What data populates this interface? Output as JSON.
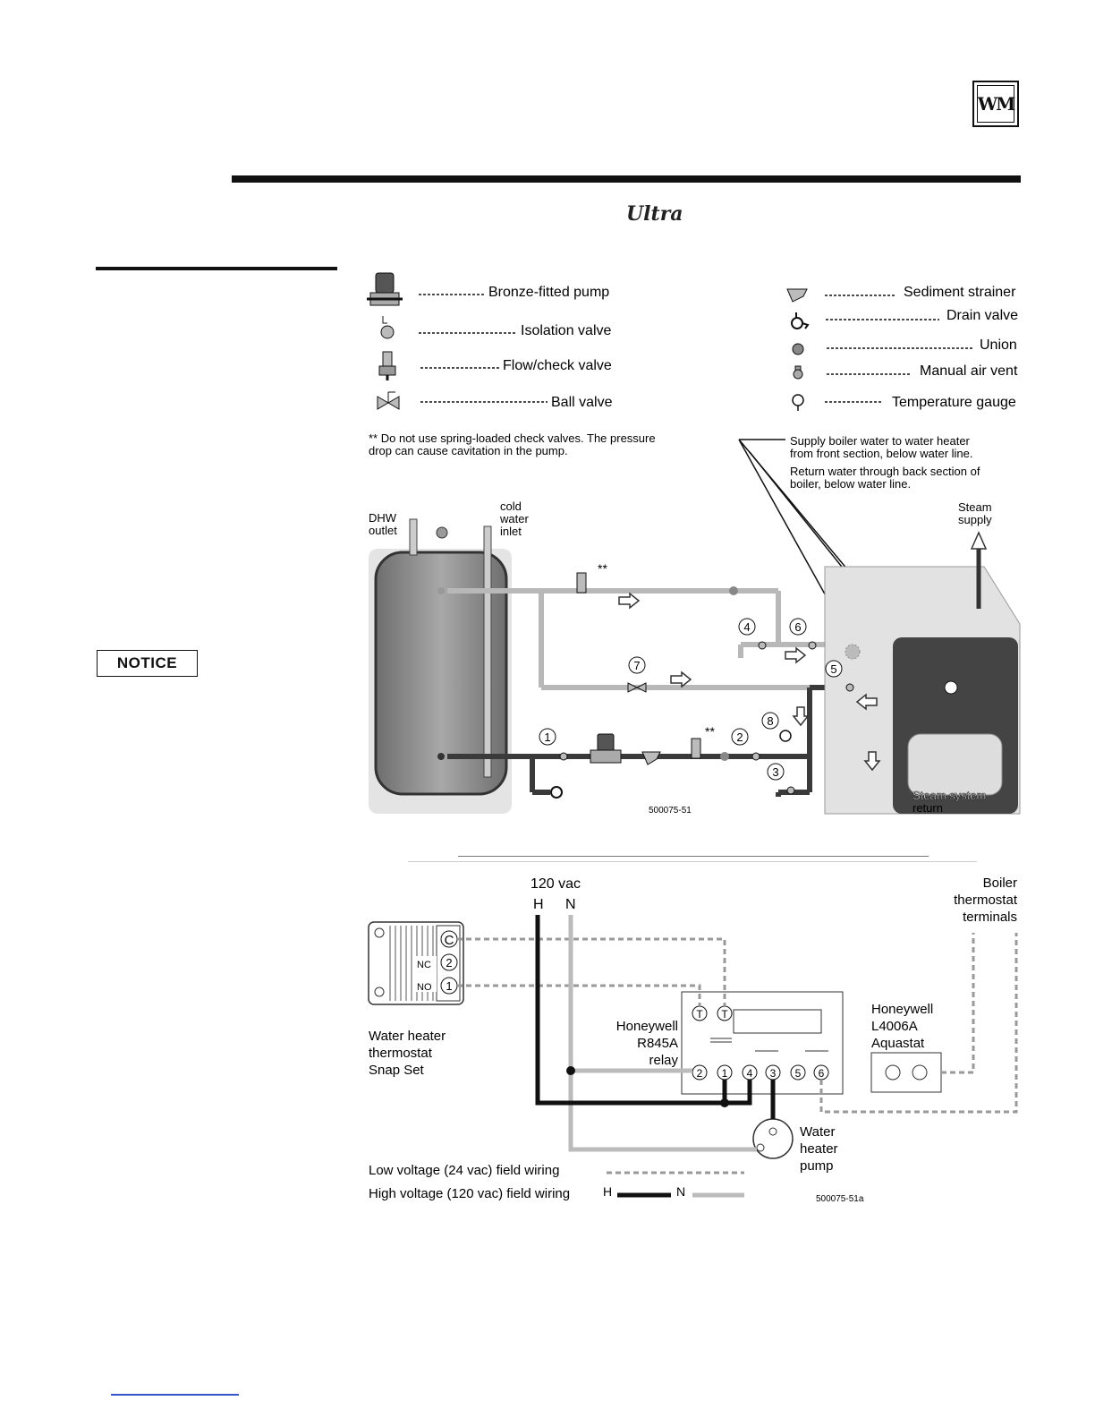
{
  "header": {
    "logo_text": "WM",
    "subtitle": "Ultra"
  },
  "sidebar": {
    "notice_label": "NOTICE"
  },
  "piping_diagram": {
    "legend_left": [
      {
        "icon": "bronze-fitted-pump-icon",
        "label": "Bronze-fitted pump"
      },
      {
        "icon": "isolation-valve-icon",
        "label": "Isolation valve"
      },
      {
        "icon": "flow-check-valve-icon",
        "label": "Flow/check valve"
      },
      {
        "icon": "ball-valve-icon",
        "label": "Ball valve"
      }
    ],
    "legend_right": [
      {
        "icon": "sediment-strainer-icon",
        "label": "Sediment strainer"
      },
      {
        "icon": "drain-valve-icon",
        "label": "Drain valve"
      },
      {
        "icon": "union-icon",
        "label": "Union"
      },
      {
        "icon": "manual-air-vent-icon",
        "label": "Manual air vent"
      },
      {
        "icon": "temperature-gauge-icon",
        "label": "Temperature gauge"
      }
    ],
    "footnote_line1": "** Do not use spring-loaded check valves. The pressure",
    "footnote_line2": "drop can cause cavitation in the pump.",
    "supply_note_line1": "Supply boiler water to water heater",
    "supply_note_line2": "from front section, below water line.",
    "return_note_line1": "Return water through back section of",
    "return_note_line2": "boiler, below water line.",
    "dhw_outlet_line1": "DHW",
    "dhw_outlet_line2": "outlet",
    "cold_inlet_line1": "cold",
    "cold_inlet_line2": "water",
    "cold_inlet_line3": "inlet",
    "steam_supply_line1": "Steam",
    "steam_supply_line2": "supply",
    "steam_return_line1": "Steam system",
    "steam_return_line2": "return",
    "double_asterisk": "**",
    "callouts": [
      "1",
      "2",
      "3",
      "4",
      "5",
      "6",
      "7",
      "8"
    ],
    "figure_id": "500075-51"
  },
  "wiring_diagram": {
    "power_label": "120 vac",
    "hot_label": "H",
    "neutral_label": "N",
    "boiler_thermostat_line1": "Boiler",
    "boiler_thermostat_line2": "thermostat",
    "boiler_thermostat_line3": "terminals",
    "snap_set_terminals": [
      "C",
      "2",
      "1"
    ],
    "nc_label": "NC",
    "no_label": "NO",
    "water_heater_thermostat_line1": "Water heater",
    "water_heater_thermostat_line2": "thermostat",
    "water_heater_thermostat_line3": "Snap Set",
    "relay_line1": "Honeywell",
    "relay_line2": "R845A",
    "relay_line3": "relay",
    "relay_t_terminal": "T",
    "relay_terminals": [
      "2",
      "1",
      "4",
      "3",
      "5",
      "6"
    ],
    "aquastat_line1": "Honeywell",
    "aquastat_line2": "L4006A",
    "aquastat_line3": "Aquastat",
    "pump_line1": "Water",
    "pump_line2": "heater",
    "pump_line3": "pump",
    "legend_low_voltage": "Low voltage (24 vac)  field wiring",
    "legend_high_voltage": "High voltage (120 vac) field wiring",
    "legend_h": "H",
    "legend_n": "N",
    "figure_id": "500075-51a"
  },
  "colors": {
    "ink": "#111111",
    "light_pipe": "#b8b8b8",
    "dark_pipe": "#3a3a3a",
    "tank": "#8a8a8a",
    "boiler": "#444444",
    "link_blue": "#3355cc"
  }
}
